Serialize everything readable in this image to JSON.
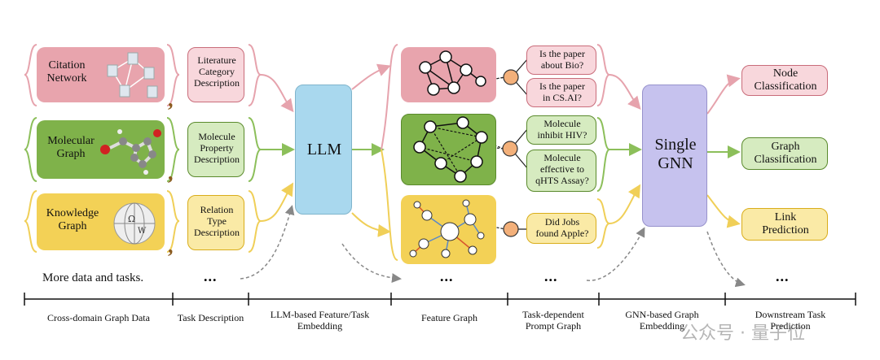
{
  "colors": {
    "red": "#e8a4ad",
    "red_border": "#c96c7a",
    "green": "#7fb24a",
    "green_border": "#5a8a2c",
    "green_light": "#d6ebc0",
    "yellow": "#f3d156",
    "yellow_border": "#d9ad1a",
    "yellow_light": "#faeaa6",
    "llm": "#a9d8ee",
    "gnn": "#c6c2ee",
    "pink_light": "#f8d7dc",
    "node_orange": "#f3b07a"
  },
  "inputs": {
    "citation": "Citation\nNetwork",
    "molecular": "Molecular\nGraph",
    "knowledge": "Knowledge\nGraph",
    "more": "More data and tasks."
  },
  "tasks": {
    "literature": "Literature\nCategory\nDescription",
    "molecule": "Molecule\nProperty\nDescription",
    "relation": "Relation\nType\nDescription",
    "ellipsis": "..."
  },
  "llm": "LLM",
  "gnn": "Single\nGNN",
  "prompts": {
    "bio": "Is the paper\nabout Bio?",
    "csai": "Is the paper\nin CS.AI?",
    "hiv": "Molecule\ninhibit HIV?",
    "qhts": "Molecule\neffective to\nqHTS Assay?",
    "jobs": "Did Jobs\nfound Apple?",
    "ellipsis": "..."
  },
  "outputs": {
    "node": "Node\nClassification",
    "graph": "Graph\nClassification",
    "link": "Link\nPrediction",
    "ellipsis": "..."
  },
  "feature_ellipsis": "...",
  "captions": {
    "cross": "Cross-domain Graph Data",
    "task": "Task Description",
    "llm": "LLM-based Feature/Task\nEmbedding",
    "feature": "Feature Graph",
    "prompt": "Task-dependent\nPrompt Graph",
    "gnn": "GNN-based Graph\nEmbedding",
    "downstream": "Downstream Task\nPrediction"
  },
  "watermark": "公众号 · 量子位"
}
